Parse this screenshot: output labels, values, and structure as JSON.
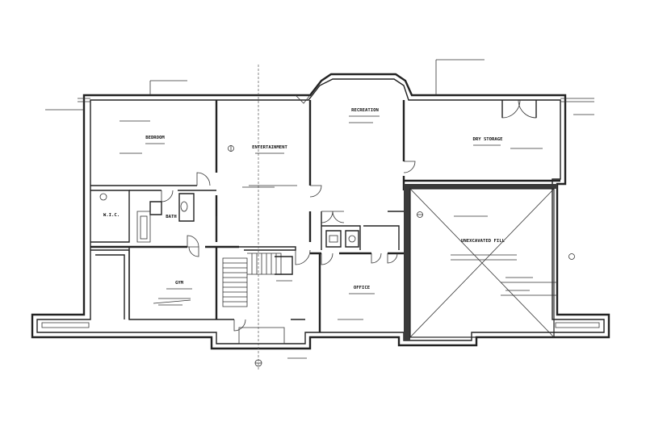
{
  "rooms": {
    "bedroom": "BEDROOM",
    "entertainment": "ENTERTAINMENT",
    "recreation": "RECREATION",
    "dry_storage": "DRY STORAGE",
    "wic": "W.I.C.",
    "bath": "BATH",
    "gym": "GYM",
    "office": "OFFICE",
    "unexcavated_fill": "UNEXCAVATED FILL"
  }
}
